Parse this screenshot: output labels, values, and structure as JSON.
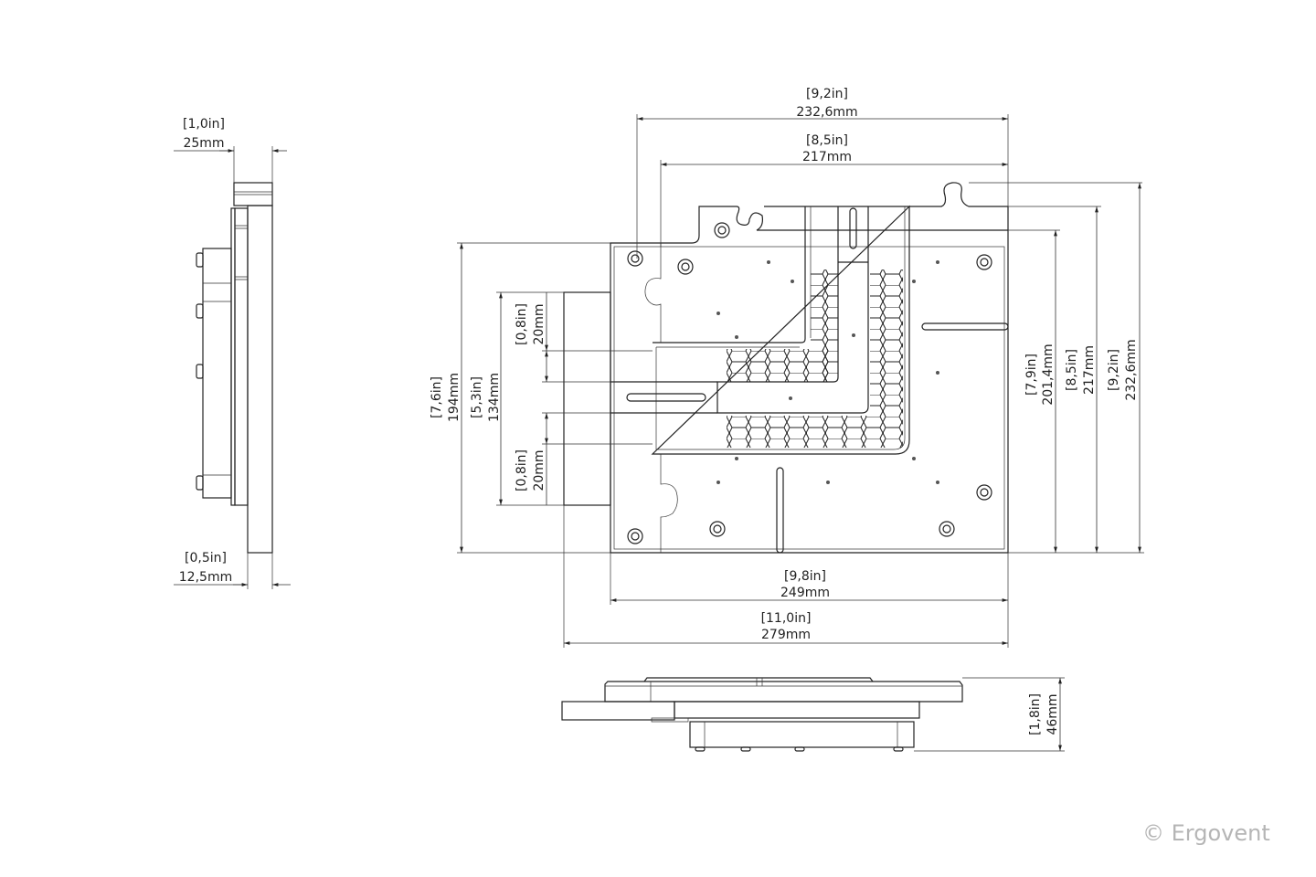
{
  "watermark": "© Ergovent",
  "dimensions": {
    "top_overall": {
      "in": "[9,2in]",
      "mm": "232,6mm"
    },
    "top_inner": {
      "in": "[8,5in]",
      "mm": "217mm"
    },
    "right_1": {
      "in": "[7,9in]",
      "mm": "201,4mm"
    },
    "right_2": {
      "in": "[8,5in]",
      "mm": "217mm"
    },
    "right_3": {
      "in": "[9,2in]",
      "mm": "232,6mm"
    },
    "left_height": {
      "in": "[7,6in]",
      "mm": "194mm"
    },
    "left_tab": {
      "in": "[5,3in]",
      "mm": "134mm"
    },
    "slot_upper": {
      "in": "[0,8in]",
      "mm": "20mm"
    },
    "slot_lower": {
      "in": "[0,8in]",
      "mm": "20mm"
    },
    "bottom_plate": {
      "in": "[9,8in]",
      "mm": "249mm"
    },
    "bottom_overall": {
      "in": "[11,0in]",
      "mm": "279mm"
    },
    "side_depth": {
      "in": "[1,0in]",
      "mm": "25mm"
    },
    "side_plate": {
      "in": "[0,5in]",
      "mm": "12,5mm"
    },
    "bottom_view_height": {
      "in": "[1,8in]",
      "mm": "46mm"
    }
  },
  "colors": {
    "line": "#222222",
    "watermark": "#b5b5b5"
  }
}
